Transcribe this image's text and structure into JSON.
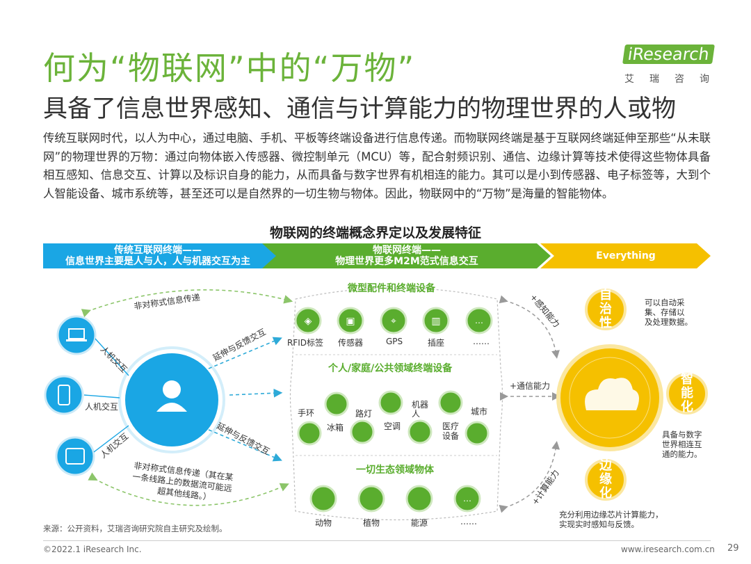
{
  "header": {
    "title": "何为“物联网”中的“万物”",
    "subtitle": "具备了信息世界感知、通信与计算能力的物理世界的人或物",
    "logo_word": "iResearch",
    "logo_cn": "艾瑞咨询"
  },
  "intro": "传统互联网时代，以人为中心，通过电脑、手机、平板等终端设备进行信息传递。而物联网终端是基于互联网终端延伸至那些“从未联网”的物理世界的万物：通过向物体嵌入传感器、微控制单元（MCU）等，配合射频识别、通信、边缘计算等技术使得这些物体具备相互感知、信息交互、计算以及标识自身的能力，从而具备与数字世界有机相连的能力。其可以是小到传感器、电子标签等，大到个人智能设备、城市系统等，甚至还可以是自然界的一切生物与物体。因此，物联网中的“万物”是海量的智能物体。",
  "diagram": {
    "title": "物联网的终端概念界定以及发展特征",
    "bands": [
      {
        "line1": "传统互联网终端——",
        "line2": "信息世界主要是人与人，人与机器交互为主",
        "color": "#1aa6e4"
      },
      {
        "line1": "物联网终端——",
        "line2": "物理世界更多M2M范式信息交互",
        "color": "#5aad2e"
      },
      {
        "line1": "Everything",
        "line2": "",
        "color": "#f5c000"
      }
    ],
    "left": {
      "arc_top": "非对称式信息传递",
      "extend_top": "延伸与反馈交互",
      "extend_bottom": "延伸与反馈交互",
      "hci": [
        "人机交互",
        "人机交互",
        "人机交互"
      ],
      "arc_bottom": [
        "非对称式信息传递（其在某",
        "一条线路上的数据流可能远",
        "超其他线路。）"
      ]
    },
    "middle": {
      "sec1_title": "微型配件和终端设备",
      "sec1_items": [
        "RFID标签",
        "传感器",
        "GPS",
        "插座",
        "……"
      ],
      "sec2_title": "个人/家庭/公共领域终端设备",
      "sec2_items": [
        "手环",
        "冰箱",
        "路灯",
        "空调",
        "机器人",
        "医疗设备",
        "城市"
      ],
      "sec3_title": "一切生态领域物体",
      "sec3_items": [
        "动物",
        "植物",
        "能源",
        "……"
      ]
    },
    "right": {
      "arrow_top": "+感知能力",
      "arrow_mid": "+通信能力",
      "arrow_bottom": "+计算能力",
      "c1": [
        "自",
        "治",
        "性"
      ],
      "c2": [
        "智",
        "能",
        "化"
      ],
      "c3": [
        "边",
        "缘",
        "化"
      ],
      "d1": [
        "可以自动采",
        "集、存储以",
        "及处理数据。"
      ],
      "d2": [
        "具备与数字",
        "世界相连互",
        "通的能力。"
      ],
      "d3": [
        "充分利用边缘芯片计算能力，",
        "实现实时感知与反馈。"
      ]
    }
  },
  "footer": {
    "source": "来源：公开资料，艾瑞咨询研究院自主研究及绘制。",
    "copyright": "©2022.1 iResearch Inc.",
    "website": "www.iresearch.com.cn",
    "page": "29"
  },
  "colors": {
    "green": "#5aad2e",
    "blue": "#1aa6e4",
    "yellow": "#f5c000",
    "title_green": "#6bb33a"
  }
}
